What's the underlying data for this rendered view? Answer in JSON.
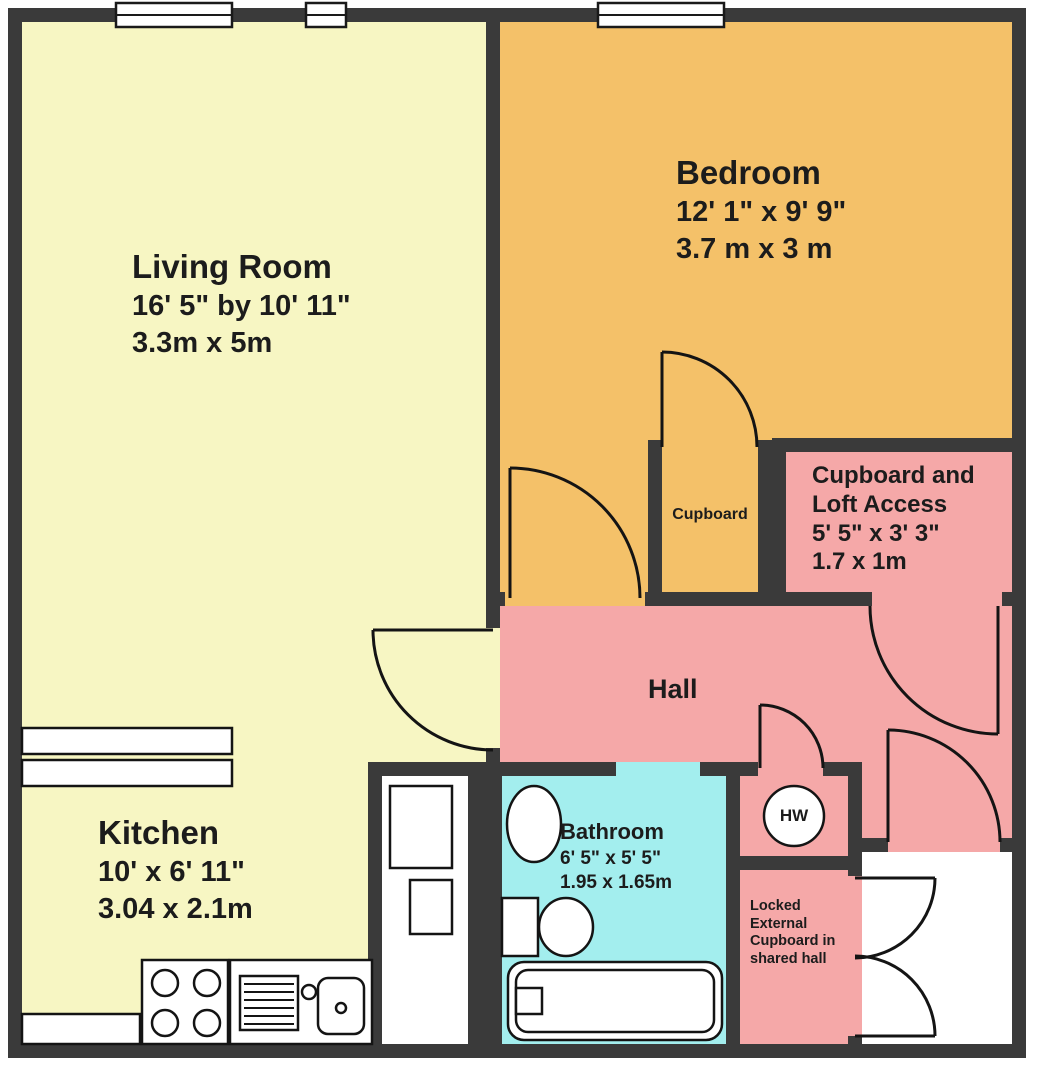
{
  "colors": {
    "wall": "#3a3a3a",
    "living_kitchen": "#f7f6c3",
    "bedroom": "#f4c169",
    "hall": "#f5a8a8",
    "bathroom": "#a3eeee",
    "hw_tank": "#ef5858"
  },
  "rooms": {
    "living": {
      "name": "Living Room",
      "imperial": "16' 5\" by 10' 11\"",
      "metric": "3.3m x 5m"
    },
    "bedroom": {
      "name": "Bedroom",
      "imperial": "12' 1\" x 9' 9\"",
      "metric": "3.7 m x 3 m"
    },
    "kitchen": {
      "name": "Kitchen",
      "imperial": "10' x 6' 11\"",
      "metric": "3.04 x 2.1m"
    },
    "bathroom": {
      "name": "Bathroom",
      "imperial": "6' 5\" x 5' 5\"",
      "metric": "1.95 x 1.65m"
    },
    "hall": {
      "name": "Hall"
    },
    "cupboard": {
      "name": "Cupboard"
    },
    "loft_cupboard": {
      "name_line1": "Cupboard and",
      "name_line2": "Loft Access",
      "imperial": "5' 5\" x 3' 3\"",
      "metric": "1.7 x 1m"
    },
    "hot_water": {
      "name": "HW"
    },
    "external_cupboard": {
      "text": "Locked External Cupboard in shared hall"
    }
  }
}
